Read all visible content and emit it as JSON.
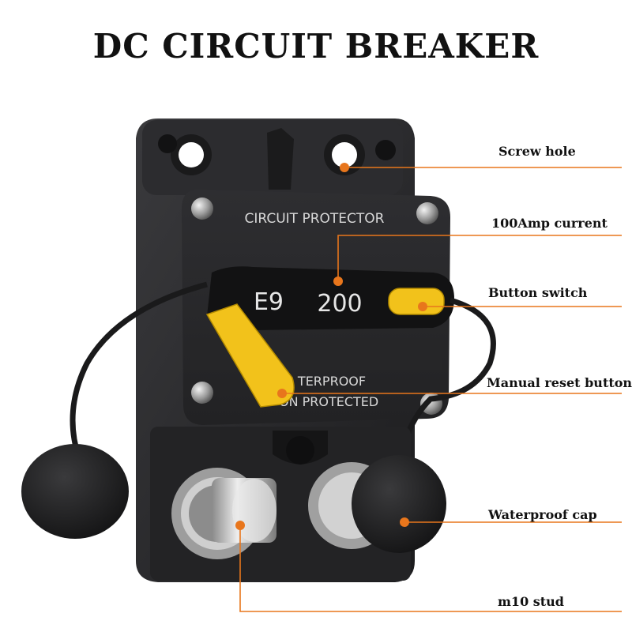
{
  "title": "DC CIRCUIT BREAKER",
  "product": {
    "face_text_top": "CIRCUIT PROTECTOR",
    "model": "E9",
    "rating": "200",
    "face_text_bottom_1": "TERPROOF",
    "face_text_bottom_2": "IG    ON PROTECTED"
  },
  "callouts": [
    {
      "label": "Screw hole"
    },
    {
      "label": "100Amp current"
    },
    {
      "label": "Button switch"
    },
    {
      "label": "Manual reset button"
    },
    {
      "label": "Waterproof cap"
    },
    {
      "label": "m10 stud"
    }
  ],
  "colors": {
    "callout": "#e8761c",
    "housing": "#2a2a2c",
    "lever": "#f2c21b",
    "stud": "#c9c9c9"
  }
}
